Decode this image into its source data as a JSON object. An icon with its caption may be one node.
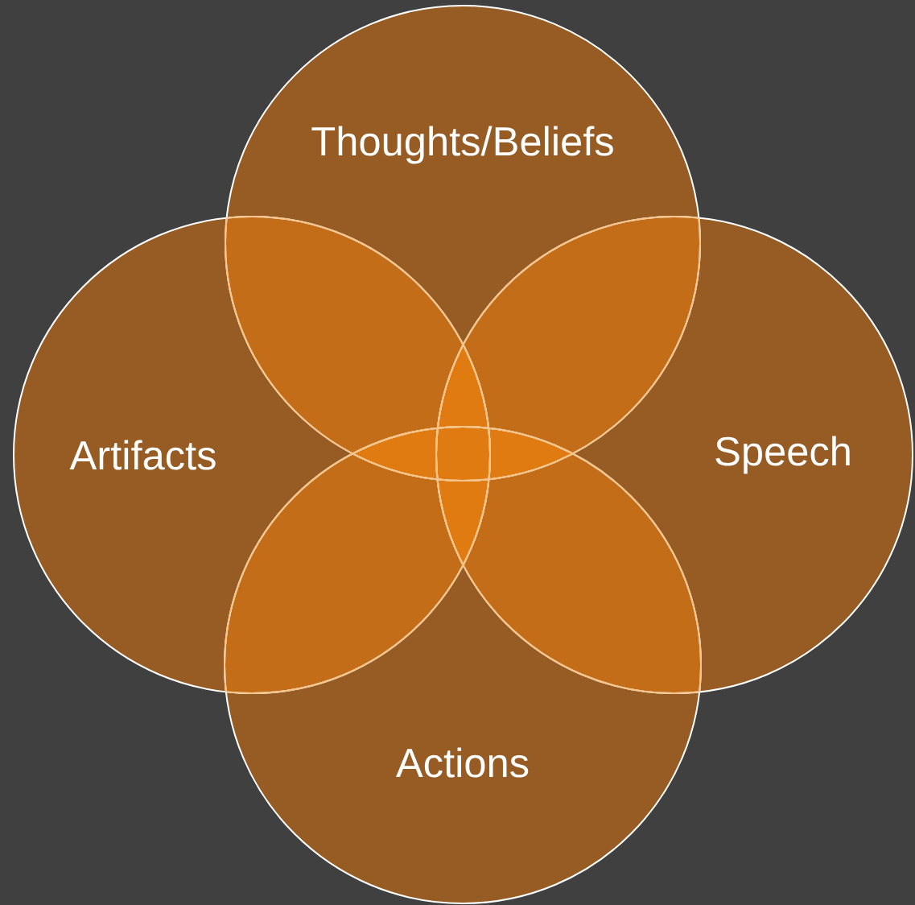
{
  "diagram": {
    "nodes": [
      {
        "text": [
          "Thoughts/Beliefs"
        ]
      },
      {
        "text": [
          "Artifacts"
        ]
      },
      {
        "text": [
          "Speech"
        ]
      },
      {
        "text": [
          "Actions"
        ]
      }
    ]
  }
}
